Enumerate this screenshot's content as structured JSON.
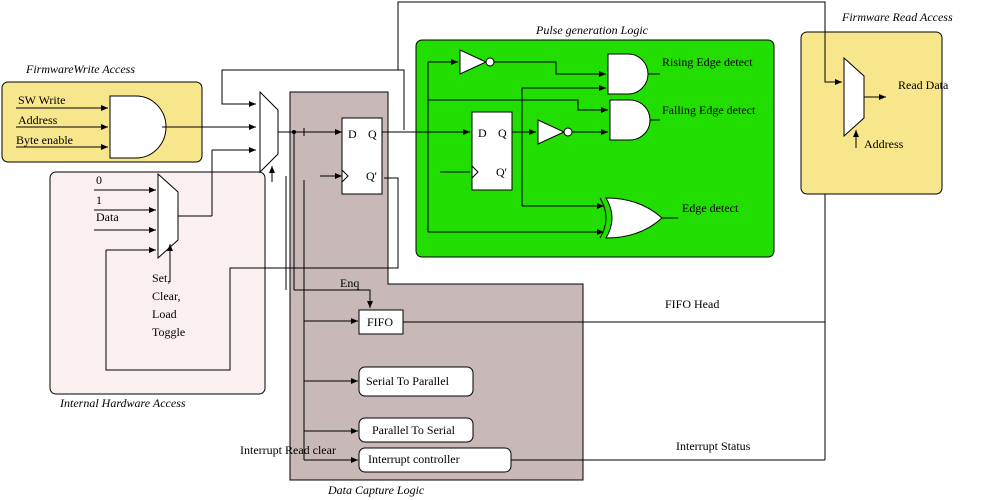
{
  "colors": {
    "firmware_write_bg": "#f8e68c",
    "firmware_read_bg": "#f8e68c",
    "internal_hw_bg": "#fbf0f0",
    "data_capture_bg": "#c8b8b8",
    "pulse_gen_bg": "#22dd00"
  },
  "regions": {
    "firmware_write": "FirmwareWrite Access",
    "internal_hw": "Internal Hardware Access",
    "data_capture": "Data Capture Logic",
    "pulse_gen": "Pulse generation Logic",
    "firmware_read": "Firmware Read Access"
  },
  "inputs": {
    "sw_write": "SW Write",
    "address": "Address",
    "byte_enable": "Byte enable"
  },
  "mux_inputs": {
    "zero": "0",
    "one": "1",
    "data": "Data"
  },
  "select_labels": [
    "Set,",
    "Clear,",
    "Load",
    "Toggle"
  ],
  "flipflop": {
    "d": "D",
    "q": "Q",
    "qbar": "Q'"
  },
  "pulse_outputs": {
    "rising": "Rising Edge detect",
    "falling": "Falling Edge detect",
    "edge": "Edge detect"
  },
  "blocks": {
    "fifo": "FIFO",
    "serial_to_parallel": "Serial To Parallel",
    "parallel_to_serial": "Parallel To Serial",
    "interrupt_controller": "Interrupt controller"
  },
  "signals": {
    "enq": "Enq",
    "fifo_head": "FIFO Head",
    "interrupt_status": "Interrupt Status",
    "interrupt_read_clear": "Interrupt Read clear",
    "read_data": "Read Data",
    "read_address": "Address"
  }
}
